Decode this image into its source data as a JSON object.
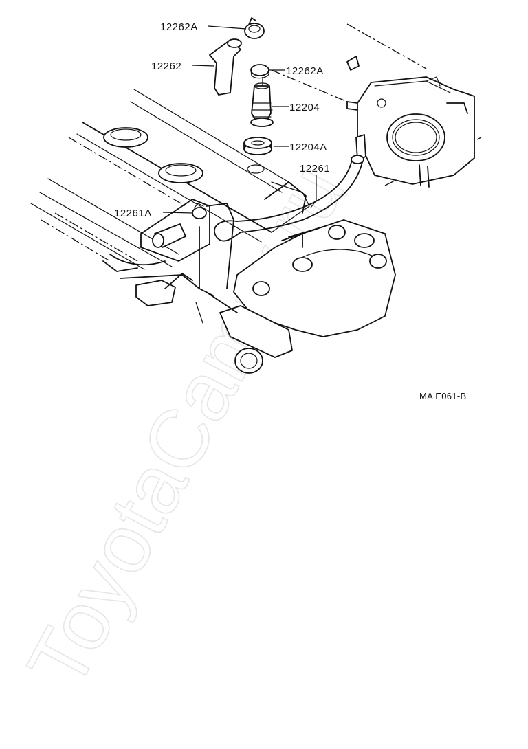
{
  "diagram": {
    "parts": [
      {
        "id": "p12262A_top",
        "label": "12262A"
      },
      {
        "id": "p12262",
        "label": "12262"
      },
      {
        "id": "p12262A_mid",
        "label": "12262A"
      },
      {
        "id": "p12204",
        "label": "12204"
      },
      {
        "id": "p12204A",
        "label": "12204A"
      },
      {
        "id": "p12261",
        "label": "12261"
      },
      {
        "id": "p12261A",
        "label": "12261A"
      }
    ],
    "reference_code": "MA E061-B",
    "watermark": "ToyotaCamry.ru"
  }
}
